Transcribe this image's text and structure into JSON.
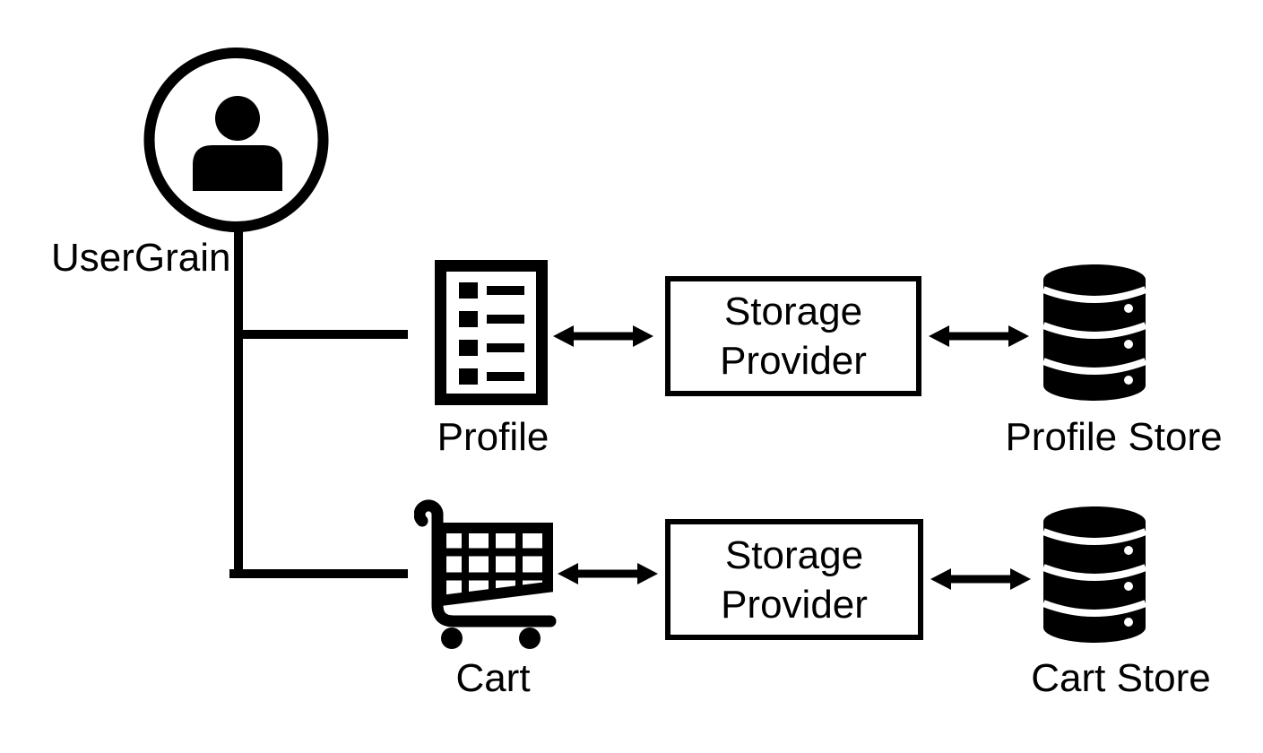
{
  "colors": {
    "ink": "#000000",
    "background": "#ffffff"
  },
  "user": {
    "label": "UserGrain",
    "icon": "user-circle-icon"
  },
  "rows": [
    {
      "node": {
        "label": "Profile",
        "icon": "list-icon"
      },
      "provider": {
        "line1": "Storage",
        "line2": "Provider"
      },
      "store": {
        "label": "Profile Store",
        "icon": "database-icon"
      }
    },
    {
      "node": {
        "label": "Cart",
        "icon": "shopping-cart-icon"
      },
      "provider": {
        "line1": "Storage",
        "line2": "Provider"
      },
      "store": {
        "label": "Cart Store",
        "icon": "database-icon"
      }
    }
  ]
}
